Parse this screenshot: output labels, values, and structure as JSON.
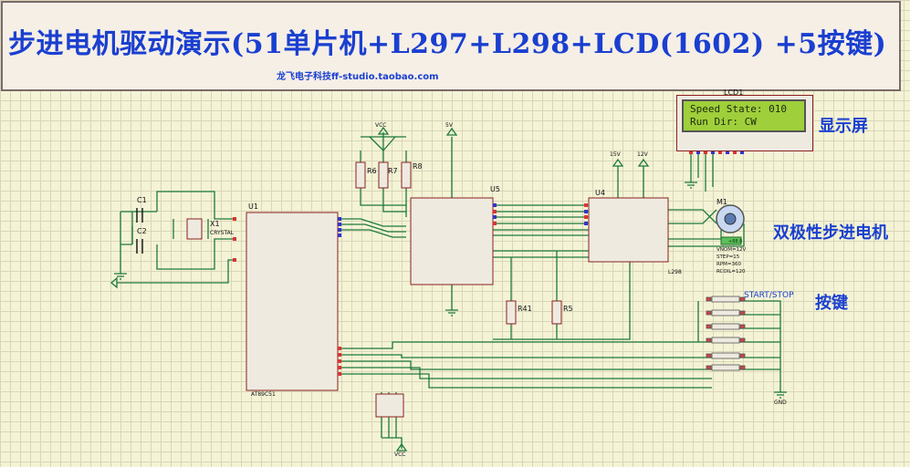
{
  "banner": {
    "title": "步进电机驱动演示(51单片机+L297+L298+LCD(1602) +5按键)",
    "subtitle": "龙飞电子科技ff-studio.taobao.com"
  },
  "annotations": {
    "display": "显示屏",
    "motor": "双极性步进电机",
    "keys": "按键"
  },
  "lcd": {
    "ref": "LCD1",
    "line1": "Speed State: 010",
    "line2": "Run Dir:  CW"
  },
  "components": {
    "c1": "C1",
    "c2": "C2",
    "x1": "X1",
    "crystal": "CRYSTAL",
    "u1": "U1",
    "u1_part": "AT89C51",
    "u5": "U5",
    "u4": "U4",
    "u4_part": "L298",
    "r6": "R6",
    "r7": "R7",
    "r8": "R8",
    "r41": "R41",
    "r5": "R5",
    "m1": "M1",
    "motor_params": [
      "VNOM=12V",
      "STEP=15",
      "RPM=360",
      "RCOIL=120"
    ],
    "motor_value": "+88.8",
    "start_stop": "START/STOP",
    "vcc": "VCC",
    "v5": "5V",
    "v15": "15V",
    "v12": "12V",
    "gnd": "GND"
  },
  "colors": {
    "title": "#1a3fd0",
    "wire": "#1d7a3a",
    "part_outline": "#8a2020",
    "part_fill": "#eeeae0",
    "lcd_bg": "#9fcf3a"
  }
}
